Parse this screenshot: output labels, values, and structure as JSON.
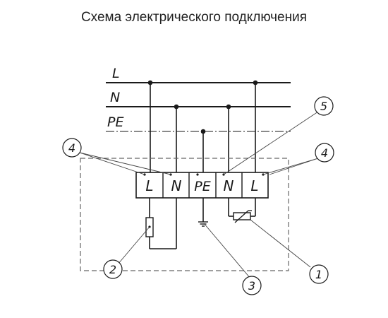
{
  "title": "Схема электрического подключения",
  "bus_lines": {
    "l": "L",
    "n": "N",
    "pe": "PE"
  },
  "terminals": [
    "L",
    "N",
    "PE",
    "N",
    "L"
  ],
  "callouts": {
    "c1": "1",
    "c2": "2",
    "c3": "3",
    "c4_left": "4",
    "c4_right": "4",
    "c5": "5"
  }
}
